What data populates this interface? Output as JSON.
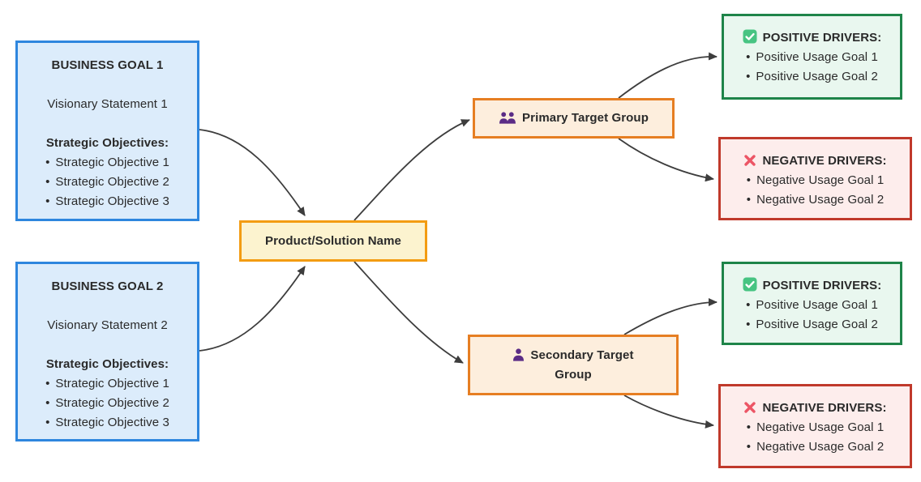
{
  "diagram": {
    "goal1": {
      "title": "BUSINESS GOAL 1",
      "vision": "Visionary Statement 1",
      "objectives_heading": "Strategic Objectives:",
      "objectives": [
        "Strategic Objective 1",
        "Strategic Objective 2",
        "Strategic Objective 3"
      ]
    },
    "goal2": {
      "title": "BUSINESS GOAL 2",
      "vision": "Visionary Statement 2",
      "objectives_heading": "Strategic Objectives:",
      "objectives": [
        "Strategic Objective 1",
        "Strategic Objective 2",
        "Strategic Objective 3"
      ]
    },
    "product": {
      "label": "Product/Solution Name"
    },
    "primary_group": {
      "label": "Primary Target Group",
      "icon": "users-icon"
    },
    "secondary_group": {
      "label": "Secondary Target Group",
      "icon": "user-icon"
    },
    "primary_positive": {
      "heading": "POSITIVE DRIVERS:",
      "icon": "check-icon",
      "items": [
        "Positive Usage Goal 1",
        "Positive Usage Goal 2"
      ]
    },
    "primary_negative": {
      "heading": "NEGATIVE DRIVERS:",
      "icon": "cross-icon",
      "items": [
        "Negative Usage Goal 1",
        "Negative Usage Goal 2"
      ]
    },
    "secondary_positive": {
      "heading": "POSITIVE DRIVERS:",
      "icon": "check-icon",
      "items": [
        "Positive Usage Goal 1",
        "Positive Usage Goal 2"
      ]
    },
    "secondary_negative": {
      "heading": "NEGATIVE DRIVERS:",
      "icon": "cross-icon",
      "items": [
        "Negative Usage Goal 1",
        "Negative Usage Goal 2"
      ]
    }
  },
  "colors": {
    "goal_fill": "#dcecfb",
    "goal_border": "#2e86de",
    "product_fill": "#fcf3cf",
    "product_border": "#f39c12",
    "group_fill": "#fdeedd",
    "group_border": "#e67e22",
    "positive_fill": "#e9f7ef",
    "positive_border": "#1e8449",
    "negative_fill": "#fdedec",
    "negative_border": "#c0392b",
    "edge": "#3d3d3d",
    "text": "#2a2a2a",
    "icon_purple": "#5b2c86",
    "icon_green": "#47c482",
    "icon_red": "#ec5565"
  }
}
